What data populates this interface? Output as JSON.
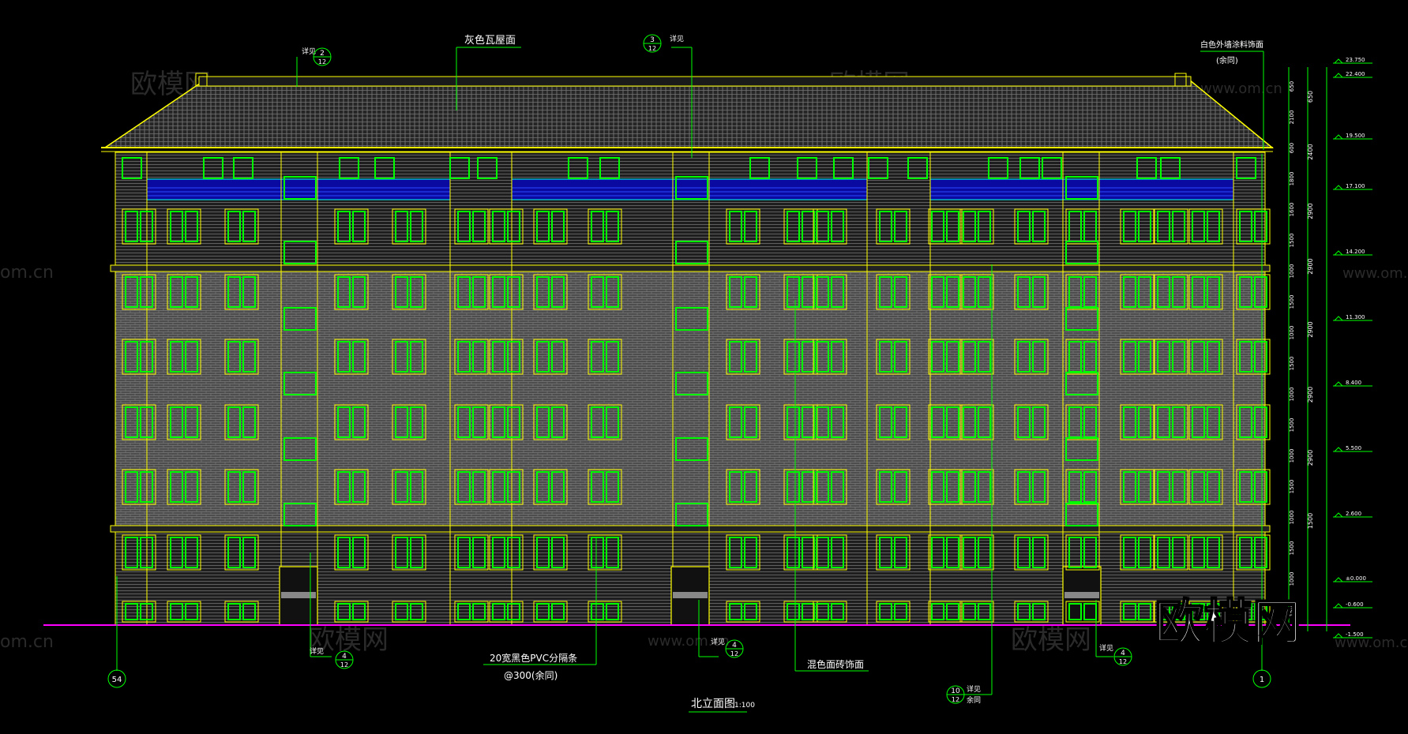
{
  "drawing_title": "北立面图",
  "drawing_scale": "1:100",
  "watermark_logo": "欧模网",
  "watermark_url": "www.om.cn",
  "watermark_url_edge": "om.cn",
  "annotations": {
    "roof_material": "灰色瓦屋面",
    "wall_paint": "白色外墙涂料饰面",
    "wall_paint_note": "(余同)",
    "pvc_strip": "20宽黑色PVC分隔条",
    "pvc_spacing": "@300(余同)",
    "brick_face": "混色面砖饰面",
    "detail_label": "详见",
    "same_note": "余同"
  },
  "detail_callouts": [
    {
      "id": "callout-top-left",
      "num": "2",
      "sheet": "12"
    },
    {
      "id": "callout-top-center",
      "num": "3",
      "sheet": "12"
    },
    {
      "id": "callout-bottom-left",
      "num": "4",
      "sheet": "12"
    },
    {
      "id": "callout-bottom-center",
      "num": "4",
      "sheet": "12"
    },
    {
      "id": "callout-bottom-right2",
      "num": "10",
      "sheet": "12"
    },
    {
      "id": "callout-bottom-right",
      "num": "4",
      "sheet": "12"
    }
  ],
  "axes": {
    "left": "54",
    "right": "1"
  },
  "dimensions": {
    "outer_segments": [
      "650",
      "2400",
      "2900",
      "2900",
      "2900",
      "2900",
      "2900",
      "1500"
    ],
    "inner_segments": [
      "650",
      "2100",
      "600",
      "1800",
      "1600",
      "1500",
      "1000",
      "1500",
      "1000",
      "1500",
      "1000",
      "1500",
      "1000",
      "1500",
      "1000",
      "1500",
      "1000",
      "1500"
    ]
  },
  "elevations": [
    "23.750",
    "22.400",
    "19.500",
    "17.100",
    "14.200",
    "11.300",
    "8.400",
    "5.500",
    "2.600",
    "±0.000",
    "-0.600",
    "-1.500"
  ],
  "colors": {
    "window": "#00ff00",
    "outline": "#ffff00",
    "grid_line": "#00ffff",
    "ground": "#ff00ff",
    "band_blue": "#0000ff",
    "brick": "#5a5a5a",
    "text": "#ffffff"
  }
}
